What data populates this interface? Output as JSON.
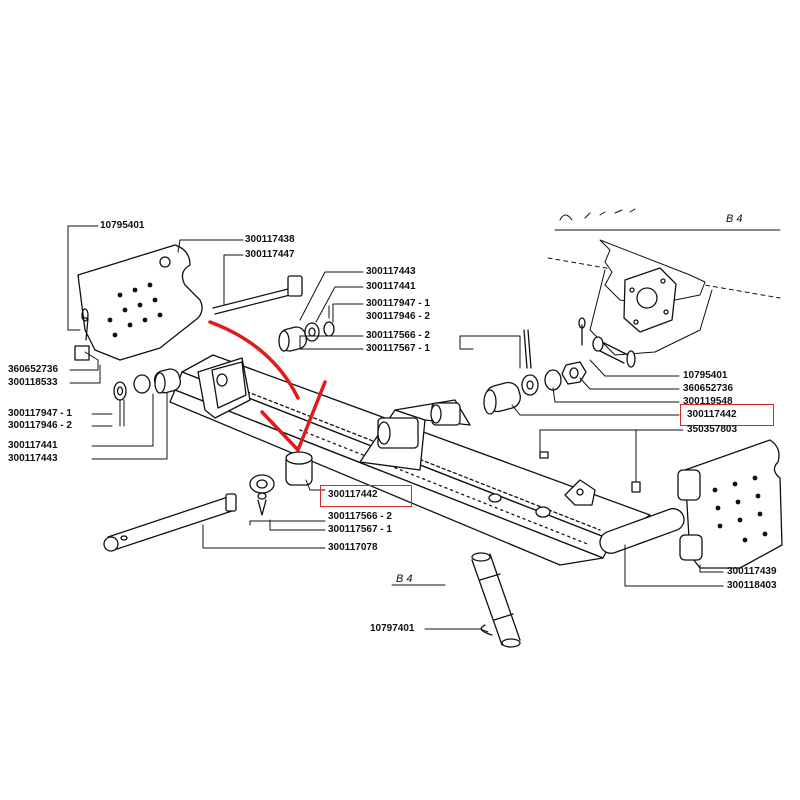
{
  "labels": {
    "p10795401_left": "10795401",
    "p300117438": "300117438",
    "p300117447": "300117447",
    "p300117443_top": "300117443",
    "p300117441_top": "300117441",
    "p300117947_top": "300117947 - 1",
    "p300117946_top": "300117946 - 2",
    "p300117566_top": "300117566 - 2",
    "p300117567_top": "300117567 - 1",
    "p360652736_left": "360652736",
    "p300118533": "300118533",
    "p300117947_left": "300117947 - 1",
    "p300117946_left": "300117946 - 2",
    "p300117441_left": "300117441",
    "p300117443_left": "300117443",
    "p300117442_center": "300117442",
    "p300117566_bottom": "300117566 - 2",
    "p300117567_bottom": "300117567 - 1",
    "p300117078": "300117078",
    "b4_bottom": "B 4",
    "p10797401": "10797401",
    "p300117439": "300117439",
    "p300118403": "300118403",
    "b4_top": "B 4",
    "p10795401_right": "10795401",
    "p360652736_right": "360652736",
    "p300119548": "300119548",
    "p300117442_right": "300117442",
    "p350357803": "350357803"
  },
  "colors": {
    "line": "#111111",
    "highlight_box": "#d62828",
    "annotation_arrow": "#e01b1b"
  }
}
